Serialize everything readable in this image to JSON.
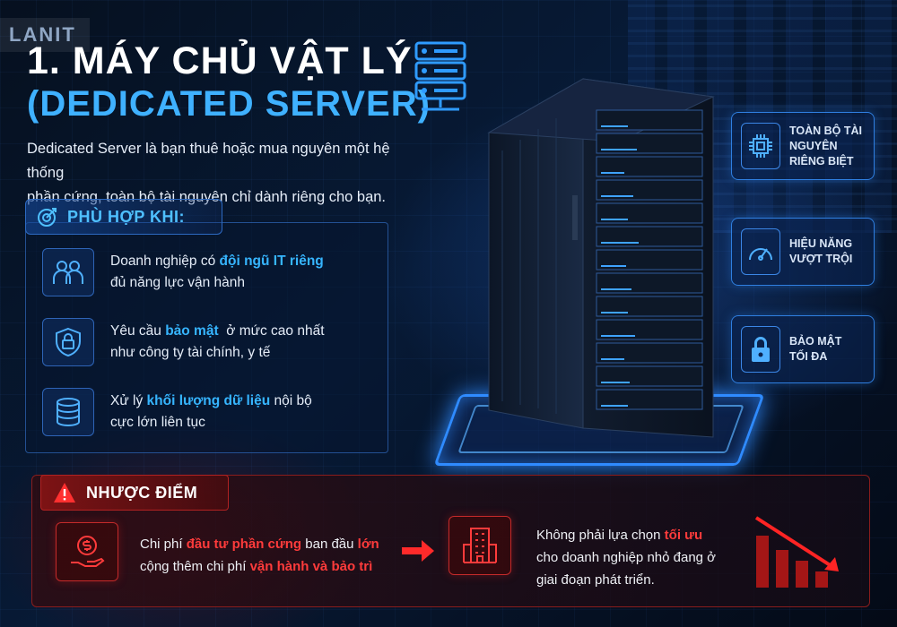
{
  "brand": {
    "logo": "LANIT"
  },
  "header": {
    "title_line1": "1. MÁY CHỦ VẬT LÝ",
    "title_line2": "(DEDICATED SERVER)",
    "description_line1": "Dedicated Server là bạn thuê hoặc mua nguyên một hệ thống",
    "description_line2": "phần cứng, toàn bộ tài nguyên chỉ dành riêng cho bạn."
  },
  "suitable": {
    "heading": "PHÙ HỢP KHI:",
    "items": [
      {
        "icon": "team-icon",
        "pre": "Doanh nghiệp có ",
        "highlight": "đội ngũ IT riêng",
        "post": "",
        "line2": "đủ năng lực vận hành"
      },
      {
        "icon": "shield-lock-icon",
        "pre": "Yêu cầu ",
        "highlight": "bảo mật",
        "post": "  ở mức cao nhất",
        "line2": "như công ty tài chính, y tế"
      },
      {
        "icon": "database-icon",
        "pre": "Xử lý ",
        "highlight": "khối lượng dữ liệu",
        "post": " nội bộ",
        "line2": "cực lớn liên tục"
      }
    ]
  },
  "features": [
    {
      "icon": "cpu-chip-icon",
      "line1": "TOÀN BỘ TÀI NGUYÊN",
      "line2": "RIÊNG BIỆT"
    },
    {
      "icon": "speedometer-icon",
      "line1": "HIỆU NĂNG",
      "line2": "VƯỢT TRỘI"
    },
    {
      "icon": "padlock-icon",
      "line1": "BẢO MẬT",
      "line2": "TỐI ĐA"
    }
  ],
  "drawbacks": {
    "heading": "NHƯỢC ĐIỂM",
    "item1": {
      "pre": "Chi phí ",
      "hl1": "đầu tư phần cứng",
      "mid": " ban đầu ",
      "hl2": "lớn",
      "line2_pre": "cộng thêm chi phí ",
      "hl3": "vận hành và bảo trì"
    },
    "item2": {
      "pre": "Không phải lựa chọn ",
      "hl1": "tối ưu",
      "line2": "cho doanh nghiệp nhỏ đang ở",
      "line3": "giai đoạn phát triển."
    }
  },
  "colors": {
    "accent_blue": "#36b5ff",
    "accent_red": "#ff3b3b",
    "background": "#06101f"
  }
}
